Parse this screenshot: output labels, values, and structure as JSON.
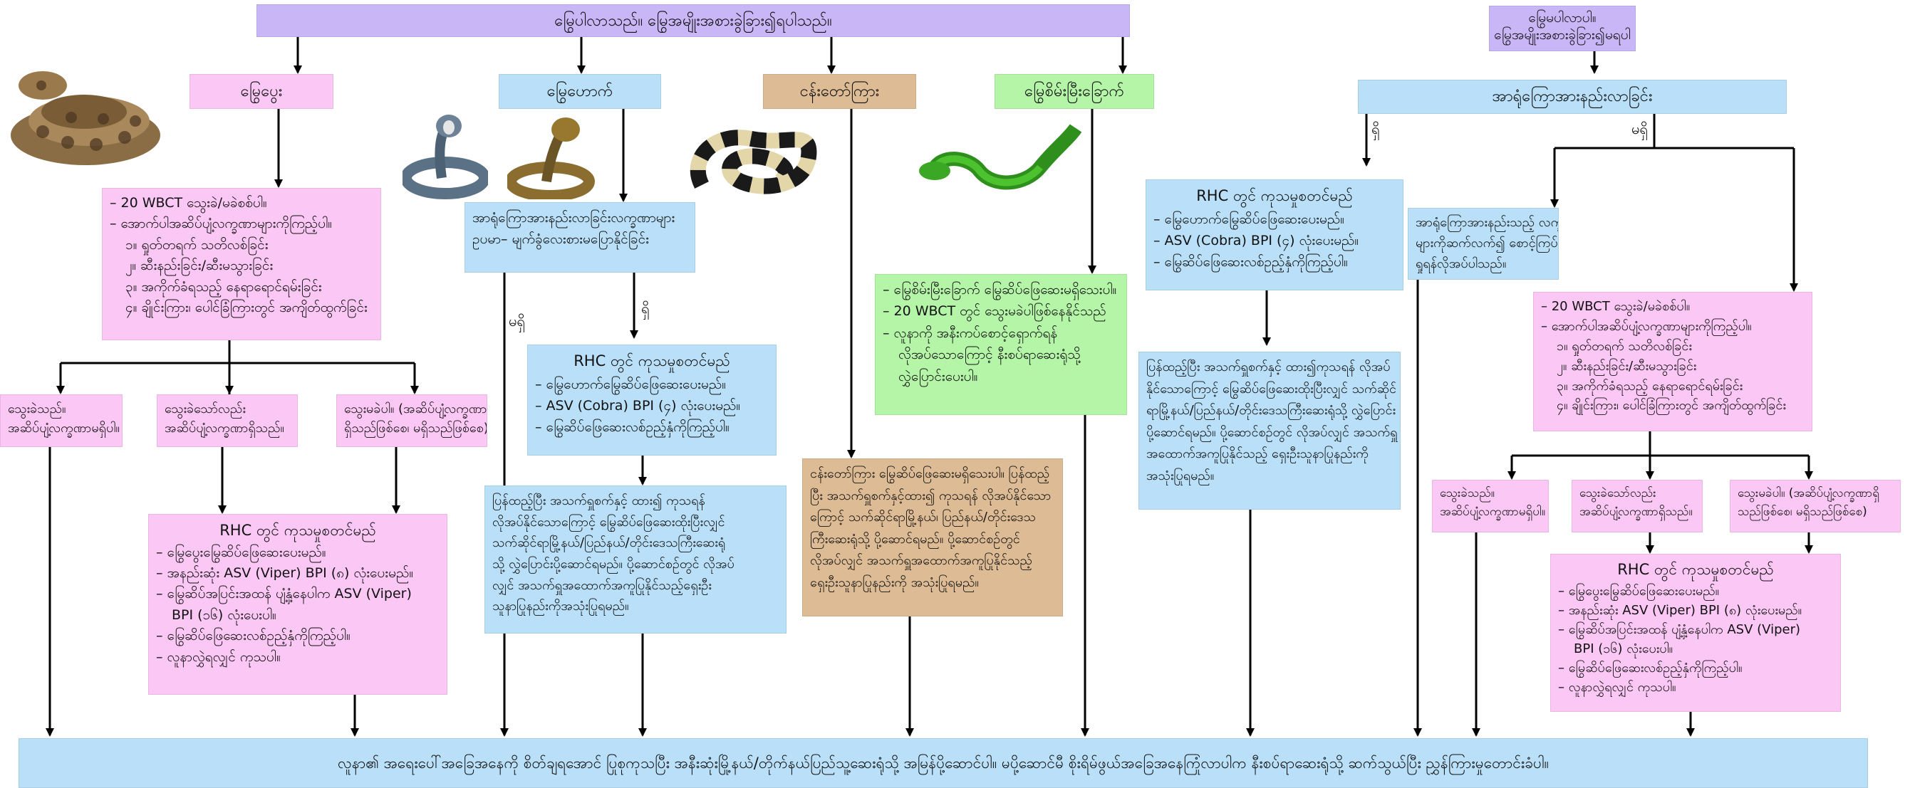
{
  "top_venomous": "မြွေပါလာသည်။ မြွေအမျိုးအစားခွဲခြား၍ရပါသည်။",
  "top_unknown": {
    "l1": "မြွေမပါလာပါ။",
    "l2": "မြွေအမျိုးအစားခွဲခြား၍မရပါ"
  },
  "cat_viper": "မြွေပွေး",
  "cat_cobra": "မြွေဟောက်",
  "cat_krait": "ငန်းတော်ကြား",
  "cat_green": "မြွေစိမ်းမြီးခြောက်",
  "neuro_check": "အာရုံကြောအားနည်းလာခြင်း",
  "label_yes": "ရှိ",
  "label_no": "မရှိ",
  "viper_wbct": {
    "l1": "–  20 WBCT သွေးခဲ/မခဲစစ်ပါ။",
    "l2": "–  အောက်ပါအဆိပ်ပျံ့လက္ခဏာများကိုကြည့်ပါ။",
    "l3": "၁။ ရှုတ်တရက် သတိလစ်ခြင်း",
    "l4": "၂။ ဆီးနည်းခြင်း/ဆီးမသွားခြင်း",
    "l5": "၃။ အကိုက်ခံရသည့် နေရာရောင်ရမ်းခြင်း",
    "l6": "၄။ ချိုင်းကြား၊ ပေါင်ခြံကြားတွင် အကျိတ်ထွက်ခြင်း"
  },
  "out_clot": {
    "l1": "သွေးခဲသည်။",
    "l2": "အဆိပ်ပျံ့လက္ခဏာမရှိပါ။"
  },
  "out_clot_signs": {
    "l1": "သွေးခဲသော်လည်း",
    "l2": "အဆိပ်ပျံ့လက္ခဏာရှိသည်။"
  },
  "out_noclot": {
    "l1": "သွေးမခဲပါ။ (အဆိပ်ပျံ့လက္ခဏာ",
    "l2": "ရှိသည်ဖြစ်စေ၊ မရှိသည်ဖြစ်စေ)"
  },
  "rhc_viper": {
    "title": "RHC တွင် ကုသမှုစတင်မည်",
    "l1": "–  မြွေပွေးမြွေဆိပ်ဖြေဆေးပေးမည်။",
    "l2": "–  အနည်းဆုံး ASV (Viper) BPI (၈) လုံးပေးမည်။",
    "l3": "–  မြွေဆိပ်အပြင်းအထန် ပျံ့နှံ့နေပါက ASV (Viper)",
    "l4": "BPI (၁၆) လုံးပေးပါ။",
    "l5": "–  မြွေဆိပ်ဖြေဆေးလစ်ဥည့်နှံကိုကြည့်ပါ။",
    "l6": "–  လူနာလွှဲရလျှင် ကုသပါ။"
  },
  "cobra_neuro": {
    "l1": "အာရုံကြောအားနည်းလာခြင်းလက္ခဏာများ",
    "l2": "ဥပမာ– မျက်ခွံလေးစားမပြောနိုင်ခြင်း"
  },
  "rhc_cobra": {
    "title": "RHC တွင် ကုသမှုစတင်မည်",
    "l1": "–  မြွေဟောက်မြွေဆိပ်ဖြေဆေးပေးမည်။",
    "l2": "–  ASV (Cobra) BPI (၄) လုံးပေးမည်။",
    "l3": "–  မြွေဆိပ်ဖြေဆေးလစ်ဥည့်နှံကိုကြည့်ပါ။"
  },
  "cobra_refer": {
    "l1": "ပြန်ထည့်ပြီး အသက်ရှူစက်နှင့် ထား၍ ကုသရန်",
    "l2": "လိုအပ်နိုင်သောကြောင့် မြွေဆိပ်ဖြေဆေးထိုးပြီးလျှင်",
    "l3": "သက်ဆိုင်ရာမြို့နယ်/ပြည်နယ်/တိုင်းဒေသကြီးဆေးရုံ",
    "l4": "သို့ လွှဲပြောင်းပို့ဆောင်ရမည်။ ပို့ဆောင်စဉ်တွင် လိုအပ်",
    "l5": "လျှင် အသက်ရှူအထောက်အကူပြုနိုင်သည့်ရှေးဦး",
    "l6": "သူနာပြုနည်းကိုအသုံးပြုရမည်။"
  },
  "krait_box": {
    "l1": "ငန်းတော်ကြား မြွေဆိပ်ဖြေဆေးမရှိသေးပါ။ ပြန်ထည့်",
    "l2": "ပြီး အသက်ရှူစက်နှင့်ထား၍ ကုသရန် လိုအပ်နိုင်သော",
    "l3": "ကြောင့် သက်ဆိုင်ရာမြို့နယ်၊ ပြည်နယ်/တိုင်းဒေသ",
    "l4": "ကြီးဆေးရုံသို့ ပို့ဆောင်ရမည်။ ပို့ဆောင်စဉ်တွင်",
    "l5": "လိုအပ်လျှင် အသက်ရှူအထောက်အကူပြုနိုင်သည့်",
    "l6": "ရှေးဦးသူနာပြုနည်းကို အသုံးပြုရမည်။"
  },
  "green_box": {
    "l1": "–  မြွေစိမ်းမြီးခြောက် မြွေဆိပ်ဖြေဆေးမရှိသေးပါ။",
    "l2": "–  20 WBCT တွင် သွေးမခဲပါဖြစ်နေနိုင်သည်",
    "l3": "–  လူနာကို အနီးကပ်စောင့်ရှောက်ရန်",
    "l4": "လိုအပ်သောကြောင့် နီးစပ်ရာဆေးရုံသို့",
    "l5": "လွှဲပြောင်းပေးပါ။"
  },
  "rhc_unknown": {
    "title": "RHC တွင် ကုသမှုစတင်မည်",
    "l1": "–  မြွေဟောက်မြွေဆိပ်ဖြေဆေးပေးမည်။",
    "l2": "–  ASV (Cobra) BPI (၄) လုံးပေးမည်။",
    "l3": "–  မြွေဆိပ်ဖြေဆေးလစ်ဥည့်နှံကိုကြည့်ပါ။"
  },
  "unknown_refer": {
    "l1": "ပြန်ထည့်ပြီး အသက်ရှူစက်နှင့် ထား၍ကုသရန် လိုအပ်",
    "l2": "နိုင်သောကြောင့် မြွေဆိပ်ဖြေဆေးထိုးပြီးလျှင် သက်ဆိုင်",
    "l3": "ရာမြို့နယ်/ပြည်နယ်/တိုင်းဒေသကြီးဆေးရုံသို့ လွှဲပြောင်း",
    "l4": "ပို့ဆောင်ရမည်။ ပို့ဆောင်စဉ်တွင် လိုအပ်လျှင် အသက်ရှူ",
    "l5": "အထောက်အကူပြုနိုင်သည့် ရှေးဦးသူနာပြုနည်းကို",
    "l6": "အသုံးပြုရမည်။"
  },
  "unknown_observe": {
    "l1": "အာရုံကြောအားနည်းသည့် လက္ခဏာ",
    "l2": "များကိုဆက်လက်၍ စောင့်ကြပ်ကြည့်",
    "l3": "ရှုရန်လိုအပ်ပါသည်။"
  },
  "unknown_wbct": {
    "l1": "–  20 WBCT သွေးခဲ/မခဲစစ်ပါ။",
    "l2": "–  အောက်ပါအဆိပ်ပျံ့လက္ခဏာများကိုကြည့်ပါ။",
    "l3": "၁။ ရှုတ်တရက် သတိလစ်ခြင်း",
    "l4": "၂။ ဆီးနည်းခြင်း/ဆီးမသွားခြင်း",
    "l5": "၃။ အကိုက်ခံရသည့် နေရာရောင်ရမ်းခြင်း",
    "l6": "၄။ ချိုင်းကြား၊ ပေါင်ခြံကြားတွင် အကျိတ်ထွက်ခြင်း"
  },
  "out2_clot": {
    "l1": "သွေးခဲသည်။",
    "l2": "အဆိပ်ပျံ့လက္ခဏာမရှိပါ။"
  },
  "out2_clot_signs": {
    "l1": "သွေးခဲသော်လည်း",
    "l2": "အဆိပ်ပျံ့လက္ခဏာရှိသည်။"
  },
  "out2_noclot": {
    "l1": "သွေးမခဲပါ။ (အဆိပ်ပျံ့လက္ခဏာရှိ",
    "l2": "သည်ဖြစ်စေ၊ မရှိသည်ဖြစ်စေ)"
  },
  "rhc_viper2": {
    "title": "RHC တွင် ကုသမှုစတင်မည်",
    "l1": "–  မြွေပွေးမြွေဆိပ်ဖြေဆေးပေးမည်။",
    "l2": "–  အနည်းဆုံး ASV (Viper) BPI (၈) လုံးပေးမည်။",
    "l3": "–  မြွေဆိပ်အပြင်းအထန် ပျံ့နှံ့နေပါက ASV (Viper)",
    "l4": "BPI (၁၆) လုံးပေးပါ။",
    "l5": "–  မြွေဆိပ်ဖြေဆေးလစ်ဥည့်နှံကိုကြည့်ပါ။",
    "l6": "–  လူနာလွှဲရလျှင် ကုသပါ။"
  },
  "bottom_bar": "လူနာ၏ အရေးပေါ်အခြေအနေကို စိတ်ချရအောင် ပြုစုကုသပြီး အနီးဆုံးမြို့နယ်/တိုက်နယ်ပြည်သူ့ဆေးရုံသို့ အမြန်ပို့ဆောင်ပါ။ မပို့ဆောင်မီ စိုးရိမ်ဖွယ်အခြေအနေကြုံလာပါက နီးစပ်ရာဆေးရုံသို့ ဆက်သွယ်ပြီး ညွှန်ကြားမှုတောင်းခံပါ။"
}
